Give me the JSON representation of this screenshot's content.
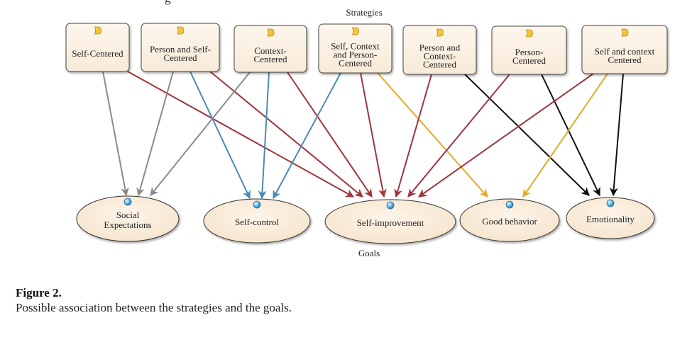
{
  "header_fragment": "g",
  "diagram": {
    "strategies_label": "Strategies",
    "goals_label": "Goals",
    "colors": {
      "gray": "#8a8a8a",
      "blue": "#4a8ab8",
      "red": "#a0353b",
      "orange": "#e8a825",
      "black": "#111111",
      "box_fill": "#fbf1e4",
      "ellipse_fill": "#fbeedd",
      "node_dot": "#5fb7e8"
    },
    "strategies": [
      {
        "id": "s1",
        "lines": [
          "Self-Centered"
        ]
      },
      {
        "id": "s2",
        "lines": [
          "Person and Self-",
          "Centered"
        ]
      },
      {
        "id": "s3",
        "lines": [
          "Context-",
          "Centered"
        ]
      },
      {
        "id": "s4",
        "lines": [
          "Self, Context",
          "and Person-",
          "Centered"
        ]
      },
      {
        "id": "s5",
        "lines": [
          "Person and",
          "Context-",
          "Centered"
        ]
      },
      {
        "id": "s6",
        "lines": [
          "Person-",
          "Centered"
        ]
      },
      {
        "id": "s7",
        "lines": [
          "Self and context",
          "Centered"
        ]
      }
    ],
    "goals": [
      {
        "id": "g1",
        "lines": [
          "Social",
          "Expectations"
        ]
      },
      {
        "id": "g2",
        "lines": [
          "Self-control"
        ]
      },
      {
        "id": "g3",
        "lines": [
          "Self-improvement"
        ]
      },
      {
        "id": "g4",
        "lines": [
          "Good behavior"
        ]
      },
      {
        "id": "g5",
        "lines": [
          "Emotionality"
        ]
      }
    ],
    "edges": [
      {
        "from": "s1",
        "to": "g1",
        "color": "gray"
      },
      {
        "from": "s1",
        "to": "g3",
        "color": "red"
      },
      {
        "from": "s2",
        "to": "g1",
        "color": "gray"
      },
      {
        "from": "s2",
        "to": "g2",
        "color": "blue"
      },
      {
        "from": "s2",
        "to": "g3",
        "color": "red"
      },
      {
        "from": "s3",
        "to": "g1",
        "color": "gray"
      },
      {
        "from": "s3",
        "to": "g2",
        "color": "blue"
      },
      {
        "from": "s3",
        "to": "g3",
        "color": "red"
      },
      {
        "from": "s4",
        "to": "g2",
        "color": "blue"
      },
      {
        "from": "s4",
        "to": "g3",
        "color": "red"
      },
      {
        "from": "s4",
        "to": "g4",
        "color": "orange"
      },
      {
        "from": "s5",
        "to": "g3",
        "color": "red"
      },
      {
        "from": "s5",
        "to": "g5",
        "color": "black"
      },
      {
        "from": "s6",
        "to": "g3",
        "color": "red"
      },
      {
        "from": "s6",
        "to": "g5",
        "color": "black"
      },
      {
        "from": "s7",
        "to": "g3",
        "color": "red"
      },
      {
        "from": "s7",
        "to": "g4",
        "color": "orange"
      },
      {
        "from": "s7",
        "to": "g5",
        "color": "black"
      }
    ]
  },
  "caption": {
    "title": "Figure 2.",
    "text": "Possible association between the strategies and the goals."
  }
}
